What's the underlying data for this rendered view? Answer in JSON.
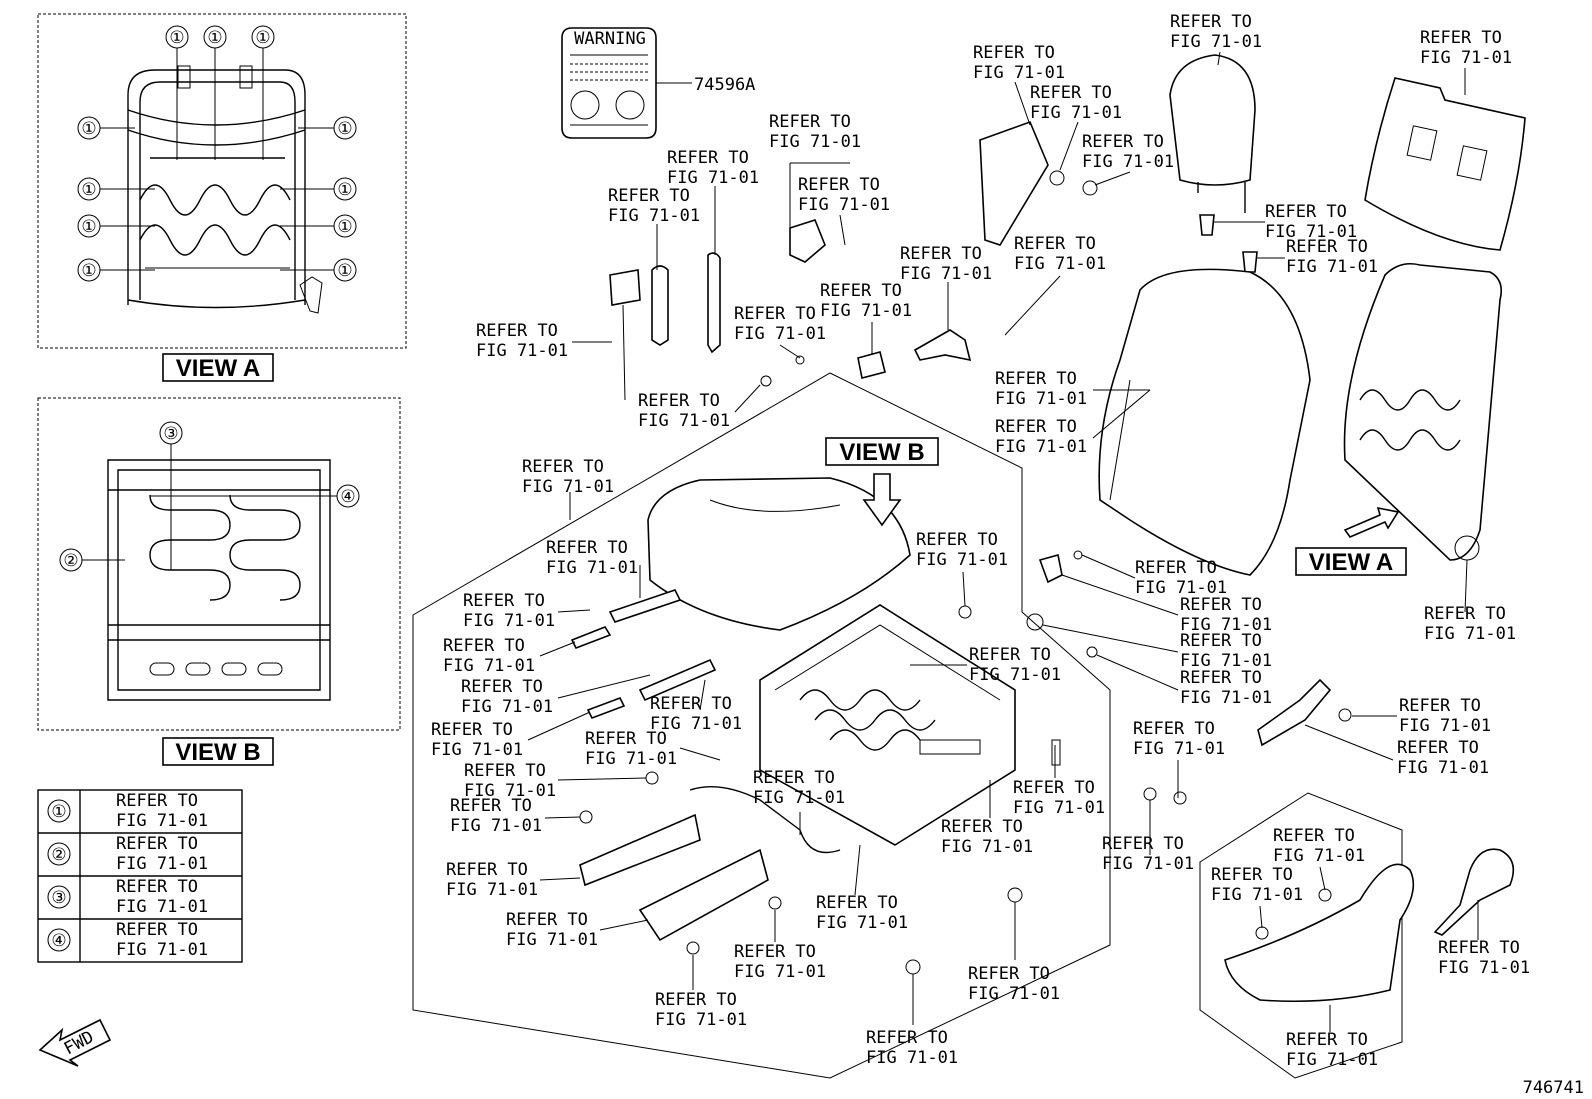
{
  "labels": {
    "refer": "REFER TO",
    "fig": "FIG 71-01",
    "part_74596A": "74596A",
    "warning": "WARNING",
    "view_a": "VIEW A",
    "view_b": "VIEW B",
    "fwd": "FWD",
    "diagram_number": "746741"
  },
  "legend": [
    {
      "num": "①",
      "line1": "REFER TO",
      "line2": "FIG 71-01"
    },
    {
      "num": "②",
      "line1": "REFER TO",
      "line2": "FIG 71-01"
    },
    {
      "num": "③",
      "line1": "REFER TO",
      "line2": "FIG 71-01"
    },
    {
      "num": "④",
      "line1": "REFER TO",
      "line2": "FIG 71-01"
    }
  ],
  "callout_numbers": {
    "one": "①",
    "two": "②",
    "three": "③",
    "four": "④"
  },
  "icons": [
    "warning-label-icon",
    "arrow-down-icon",
    "arrow-right-icon",
    "fwd-arrow-icon"
  ]
}
